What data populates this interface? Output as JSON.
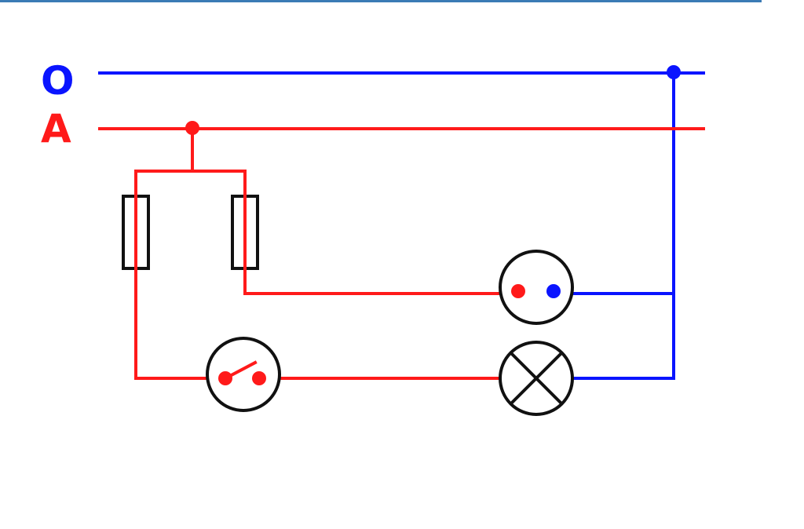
{
  "colors": {
    "neutral": "#0a14ff",
    "phase": "#ff1a1a",
    "outline": "#111111",
    "top_rule": "#3b7bb5"
  },
  "labels": {
    "neutral_rail": "O",
    "phase_rail": "A"
  },
  "components": [
    {
      "name": "fuse",
      "icon": "fuse-icon"
    },
    {
      "name": "fuse",
      "icon": "fuse-icon"
    },
    {
      "name": "socket",
      "icon": "socket-icon"
    },
    {
      "name": "switch",
      "icon": "switch-icon"
    },
    {
      "name": "lamp",
      "icon": "lamp-icon"
    }
  ]
}
